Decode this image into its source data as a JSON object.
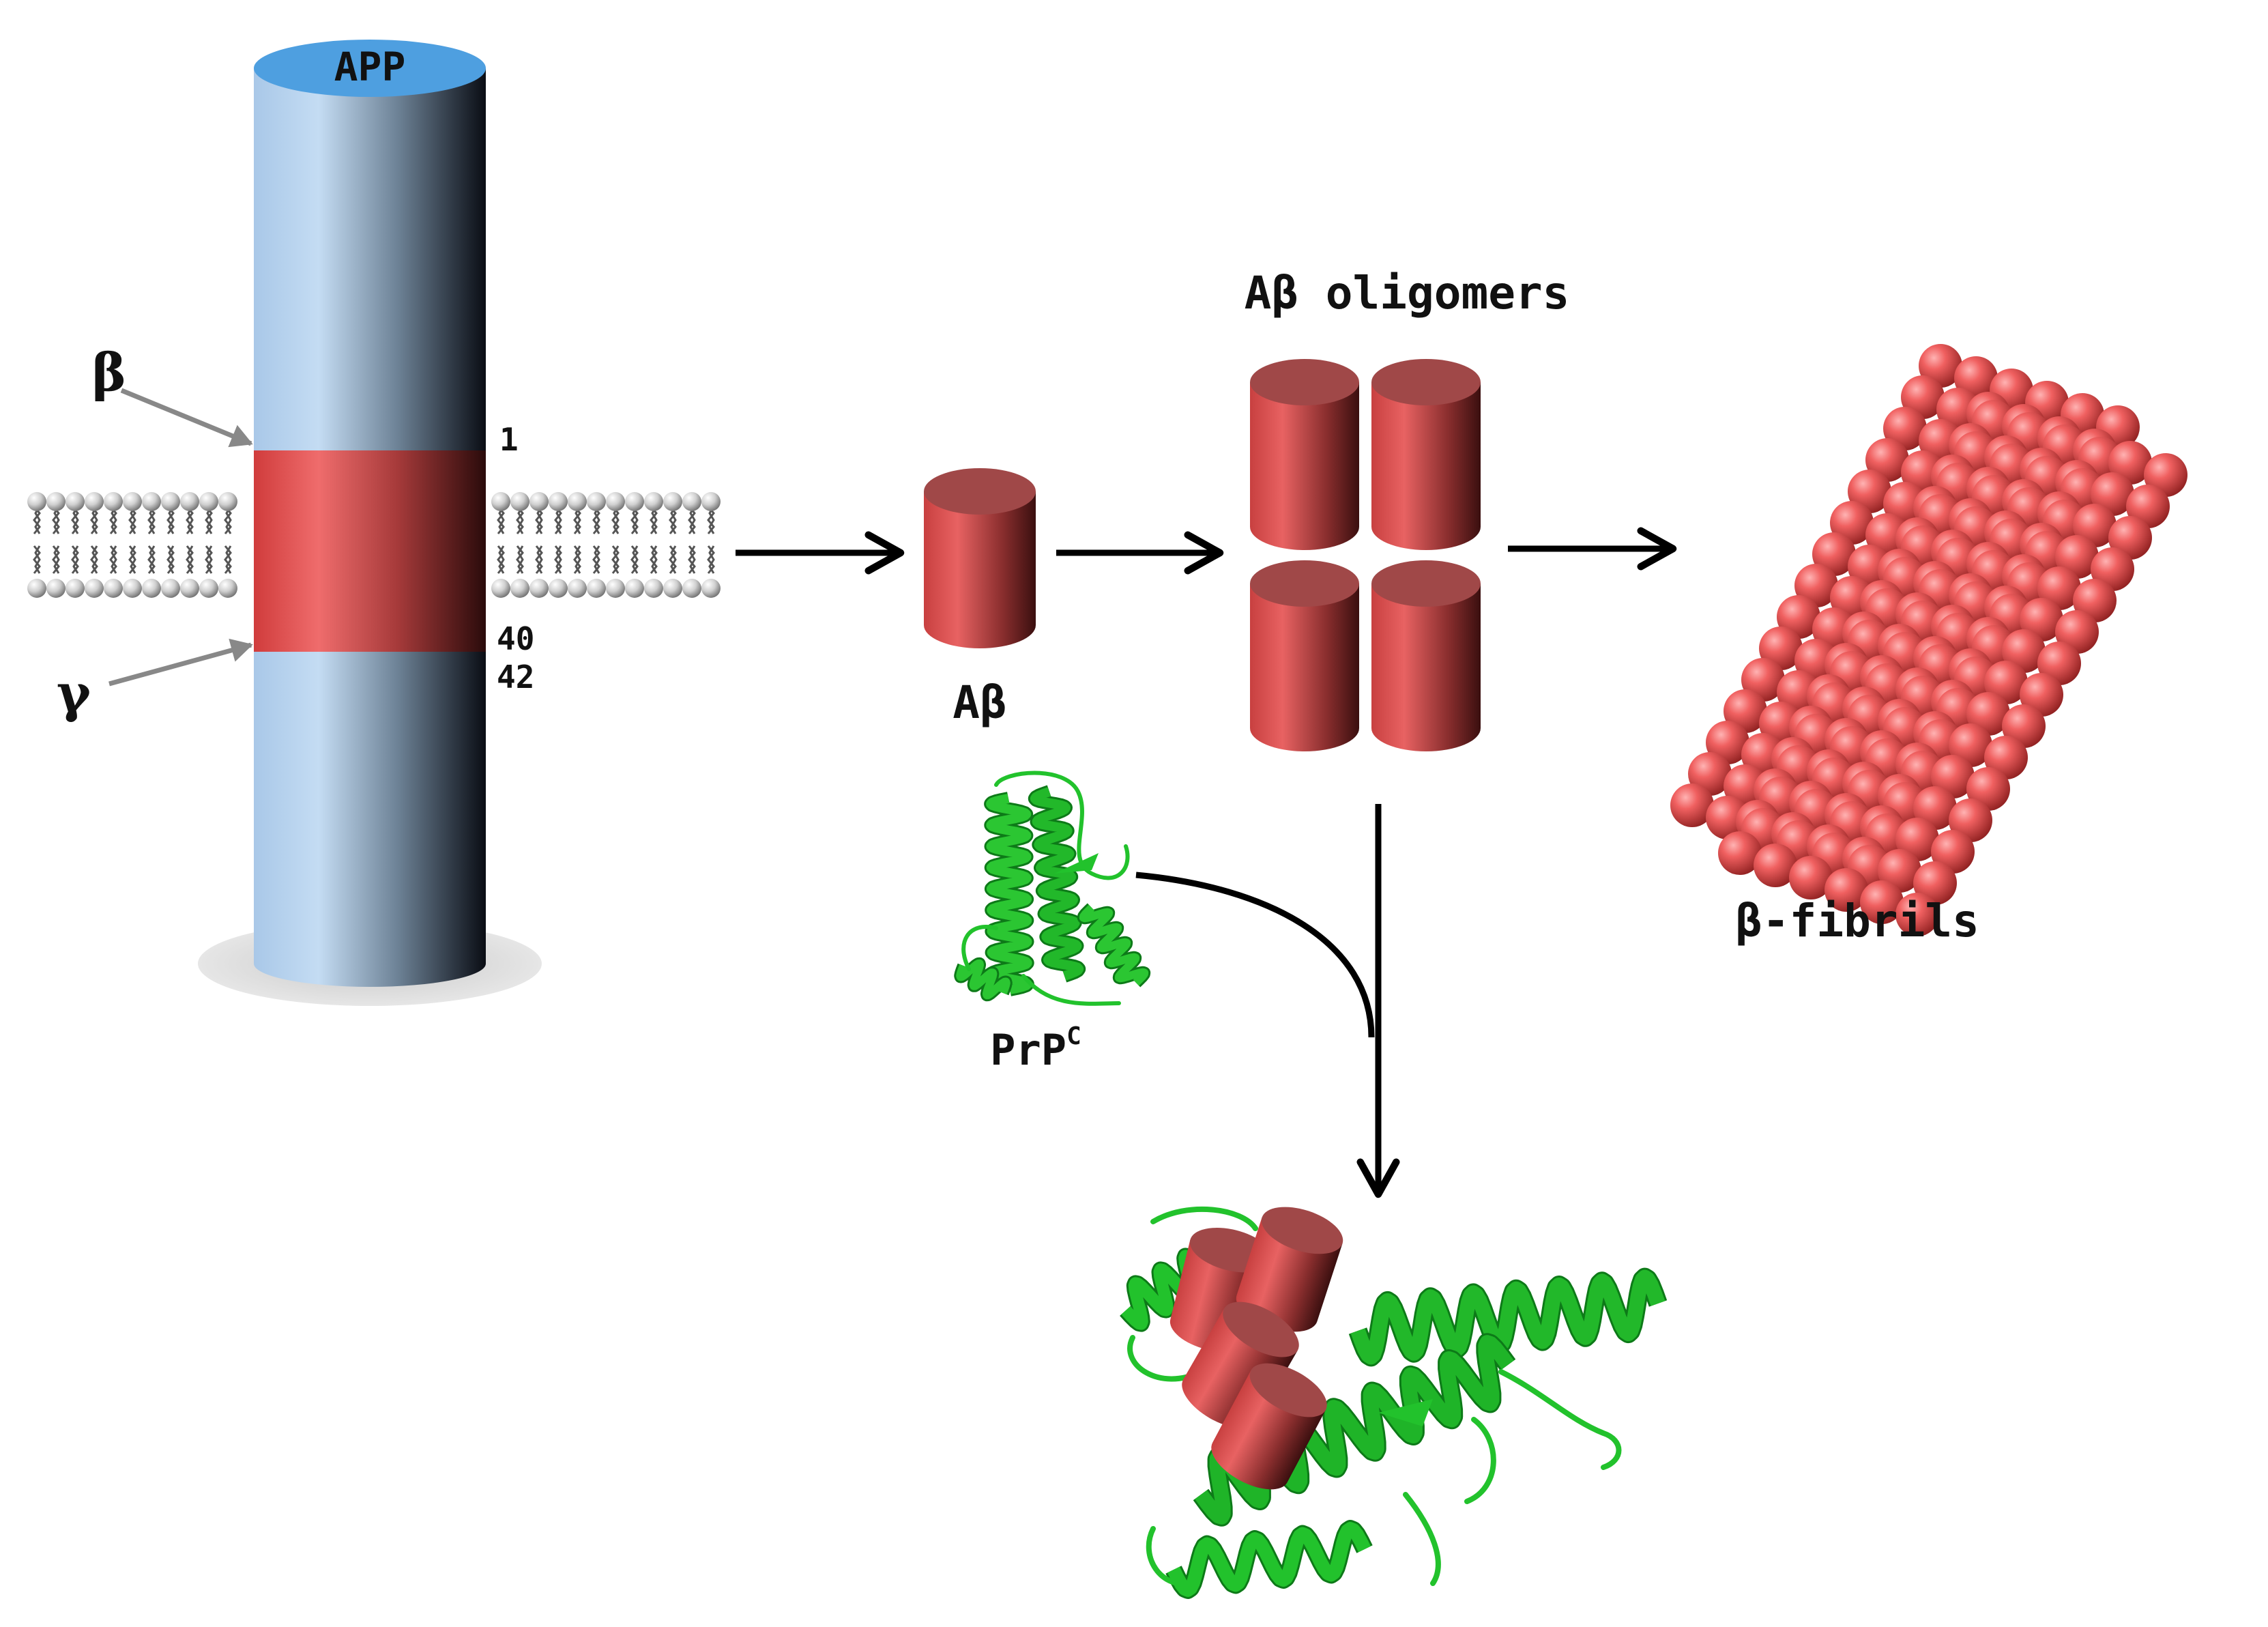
{
  "labels": {
    "app": "APP",
    "beta": "β",
    "gamma": "γ",
    "num_1": "1",
    "num_40": "40",
    "num_42": "42",
    "abeta": "Aβ",
    "oligomers": "Aβ oligomers",
    "fibrils": "β-fibrils",
    "prp_main": "PrP",
    "prp_sup": "C"
  },
  "colors": {
    "app_top": "#4e9fe0",
    "app_body_light": "#c4dcf3",
    "app_body_dark": "#0a0d14",
    "abeta_red": "#d84848",
    "abeta_top": "#a04848",
    "fibril_sphere": "#f06060",
    "prp_green": "#22c22c",
    "arrow": "#000000",
    "cleavage_arrow": "#888888"
  },
  "icons": {
    "membrane": "lipid-bilayer-icon",
    "prp_structure": "protein-ribbon-icon",
    "fibrils": "sphere-lattice-icon"
  }
}
